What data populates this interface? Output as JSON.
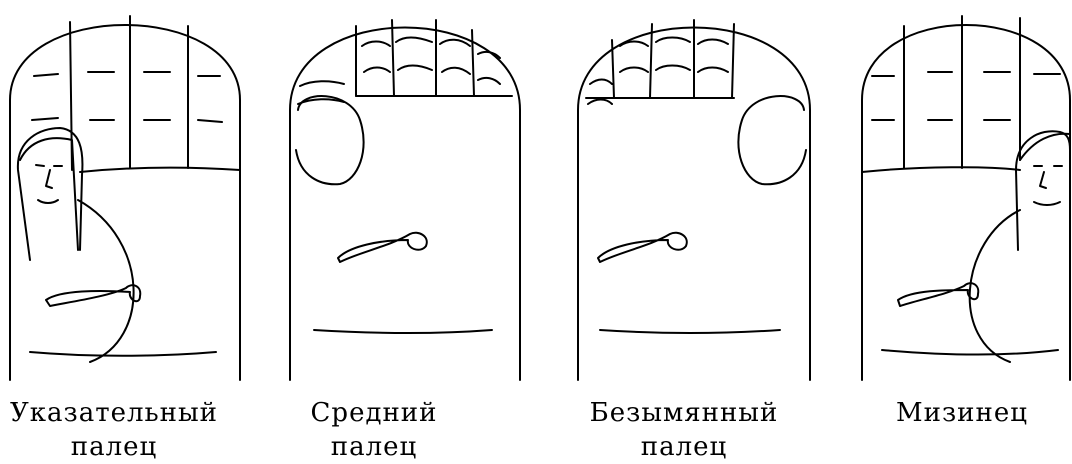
{
  "figures": [
    {
      "line1": "Указательный",
      "line2": "палец"
    },
    {
      "line1": "Средний",
      "line2": "палец"
    },
    {
      "line1": "Безымянный",
      "line2": "палец"
    },
    {
      "line1": "Мизинец",
      "line2": ""
    }
  ],
  "colors": {
    "ink": "#000000",
    "background": "#ffffff"
  }
}
